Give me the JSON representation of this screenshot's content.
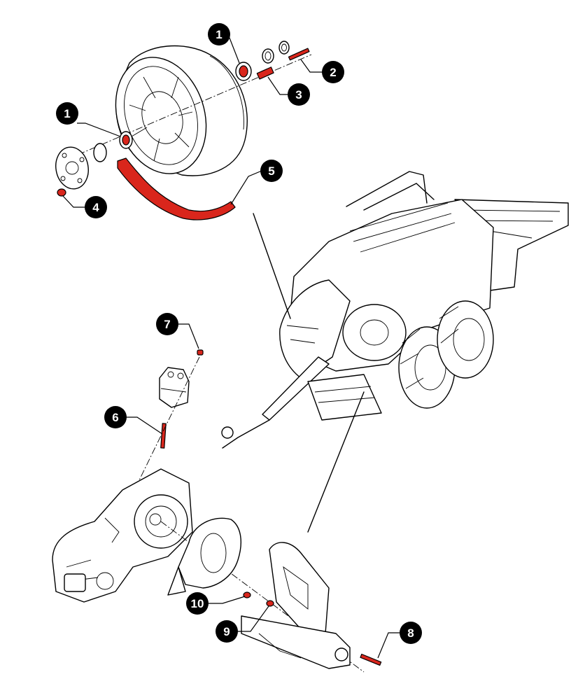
{
  "diagram": {
    "highlight_color": "#d9261c",
    "callouts": [
      {
        "id": "callout-1a",
        "label": "1",
        "part": "bearing"
      },
      {
        "id": "callout-2",
        "label": "2",
        "part": "bolt"
      },
      {
        "id": "callout-3",
        "label": "3",
        "part": "spacer sleeve"
      },
      {
        "id": "callout-1b",
        "label": "1",
        "part": "bearing"
      },
      {
        "id": "callout-4",
        "label": "4",
        "part": "nut"
      },
      {
        "id": "callout-5",
        "label": "5",
        "part": "leaf spring"
      },
      {
        "id": "callout-7",
        "label": "7",
        "part": "nut"
      },
      {
        "id": "callout-6",
        "label": "6",
        "part": "bolt"
      },
      {
        "id": "callout-10",
        "label": "10",
        "part": "washer"
      },
      {
        "id": "callout-9",
        "label": "9",
        "part": "washer"
      },
      {
        "id": "callout-8",
        "label": "8",
        "part": "bolt"
      }
    ]
  }
}
